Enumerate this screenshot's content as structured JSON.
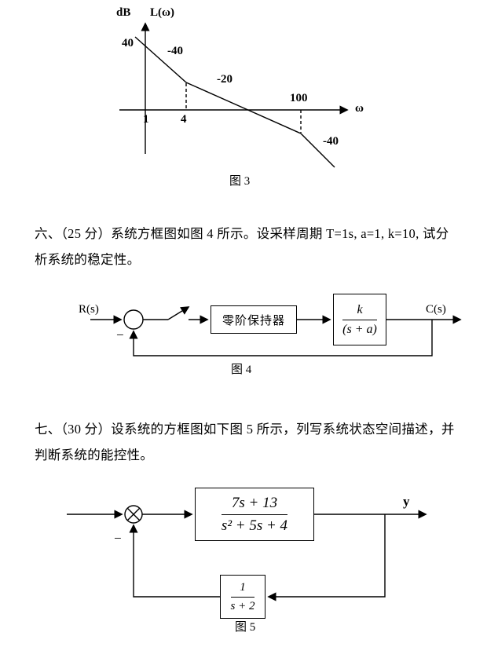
{
  "figure3": {
    "y_axis_unit": "dB",
    "y_axis_title": "L(ω)",
    "y_tick_40": "40",
    "slope_initial": "-40",
    "slope_mid": "-20",
    "slope_final": "-40",
    "x_tick_1": "1",
    "x_tick_4": "4",
    "x_tick_100": "100",
    "x_axis_label": "ω",
    "caption": "图 3"
  },
  "problem6": {
    "line1": "六、（25 分）系统方框图如图 4 所示。设采样周期 T=1s, a=1, k=10, 试分",
    "line2": "析系统的稳定性。"
  },
  "figure4": {
    "input_label": "R(s)",
    "sum_minus": "−",
    "zoh_label": "零阶保持器",
    "plant_num": "k",
    "plant_den": "(s + a)",
    "output_label": "C(s)",
    "caption": "图 4"
  },
  "problem7": {
    "line1": "七、（30 分）设系统的方框图如下图 5 所示，列写系统状态空间描述，并",
    "line2": "判断系统的能控性。"
  },
  "figure5": {
    "sum_minus": "−",
    "forward_num": "7s + 13",
    "forward_den": "s² + 5s + 4",
    "output_label": "y",
    "feedback_num": "1",
    "feedback_den": "s + 2",
    "caption": "图 5"
  }
}
